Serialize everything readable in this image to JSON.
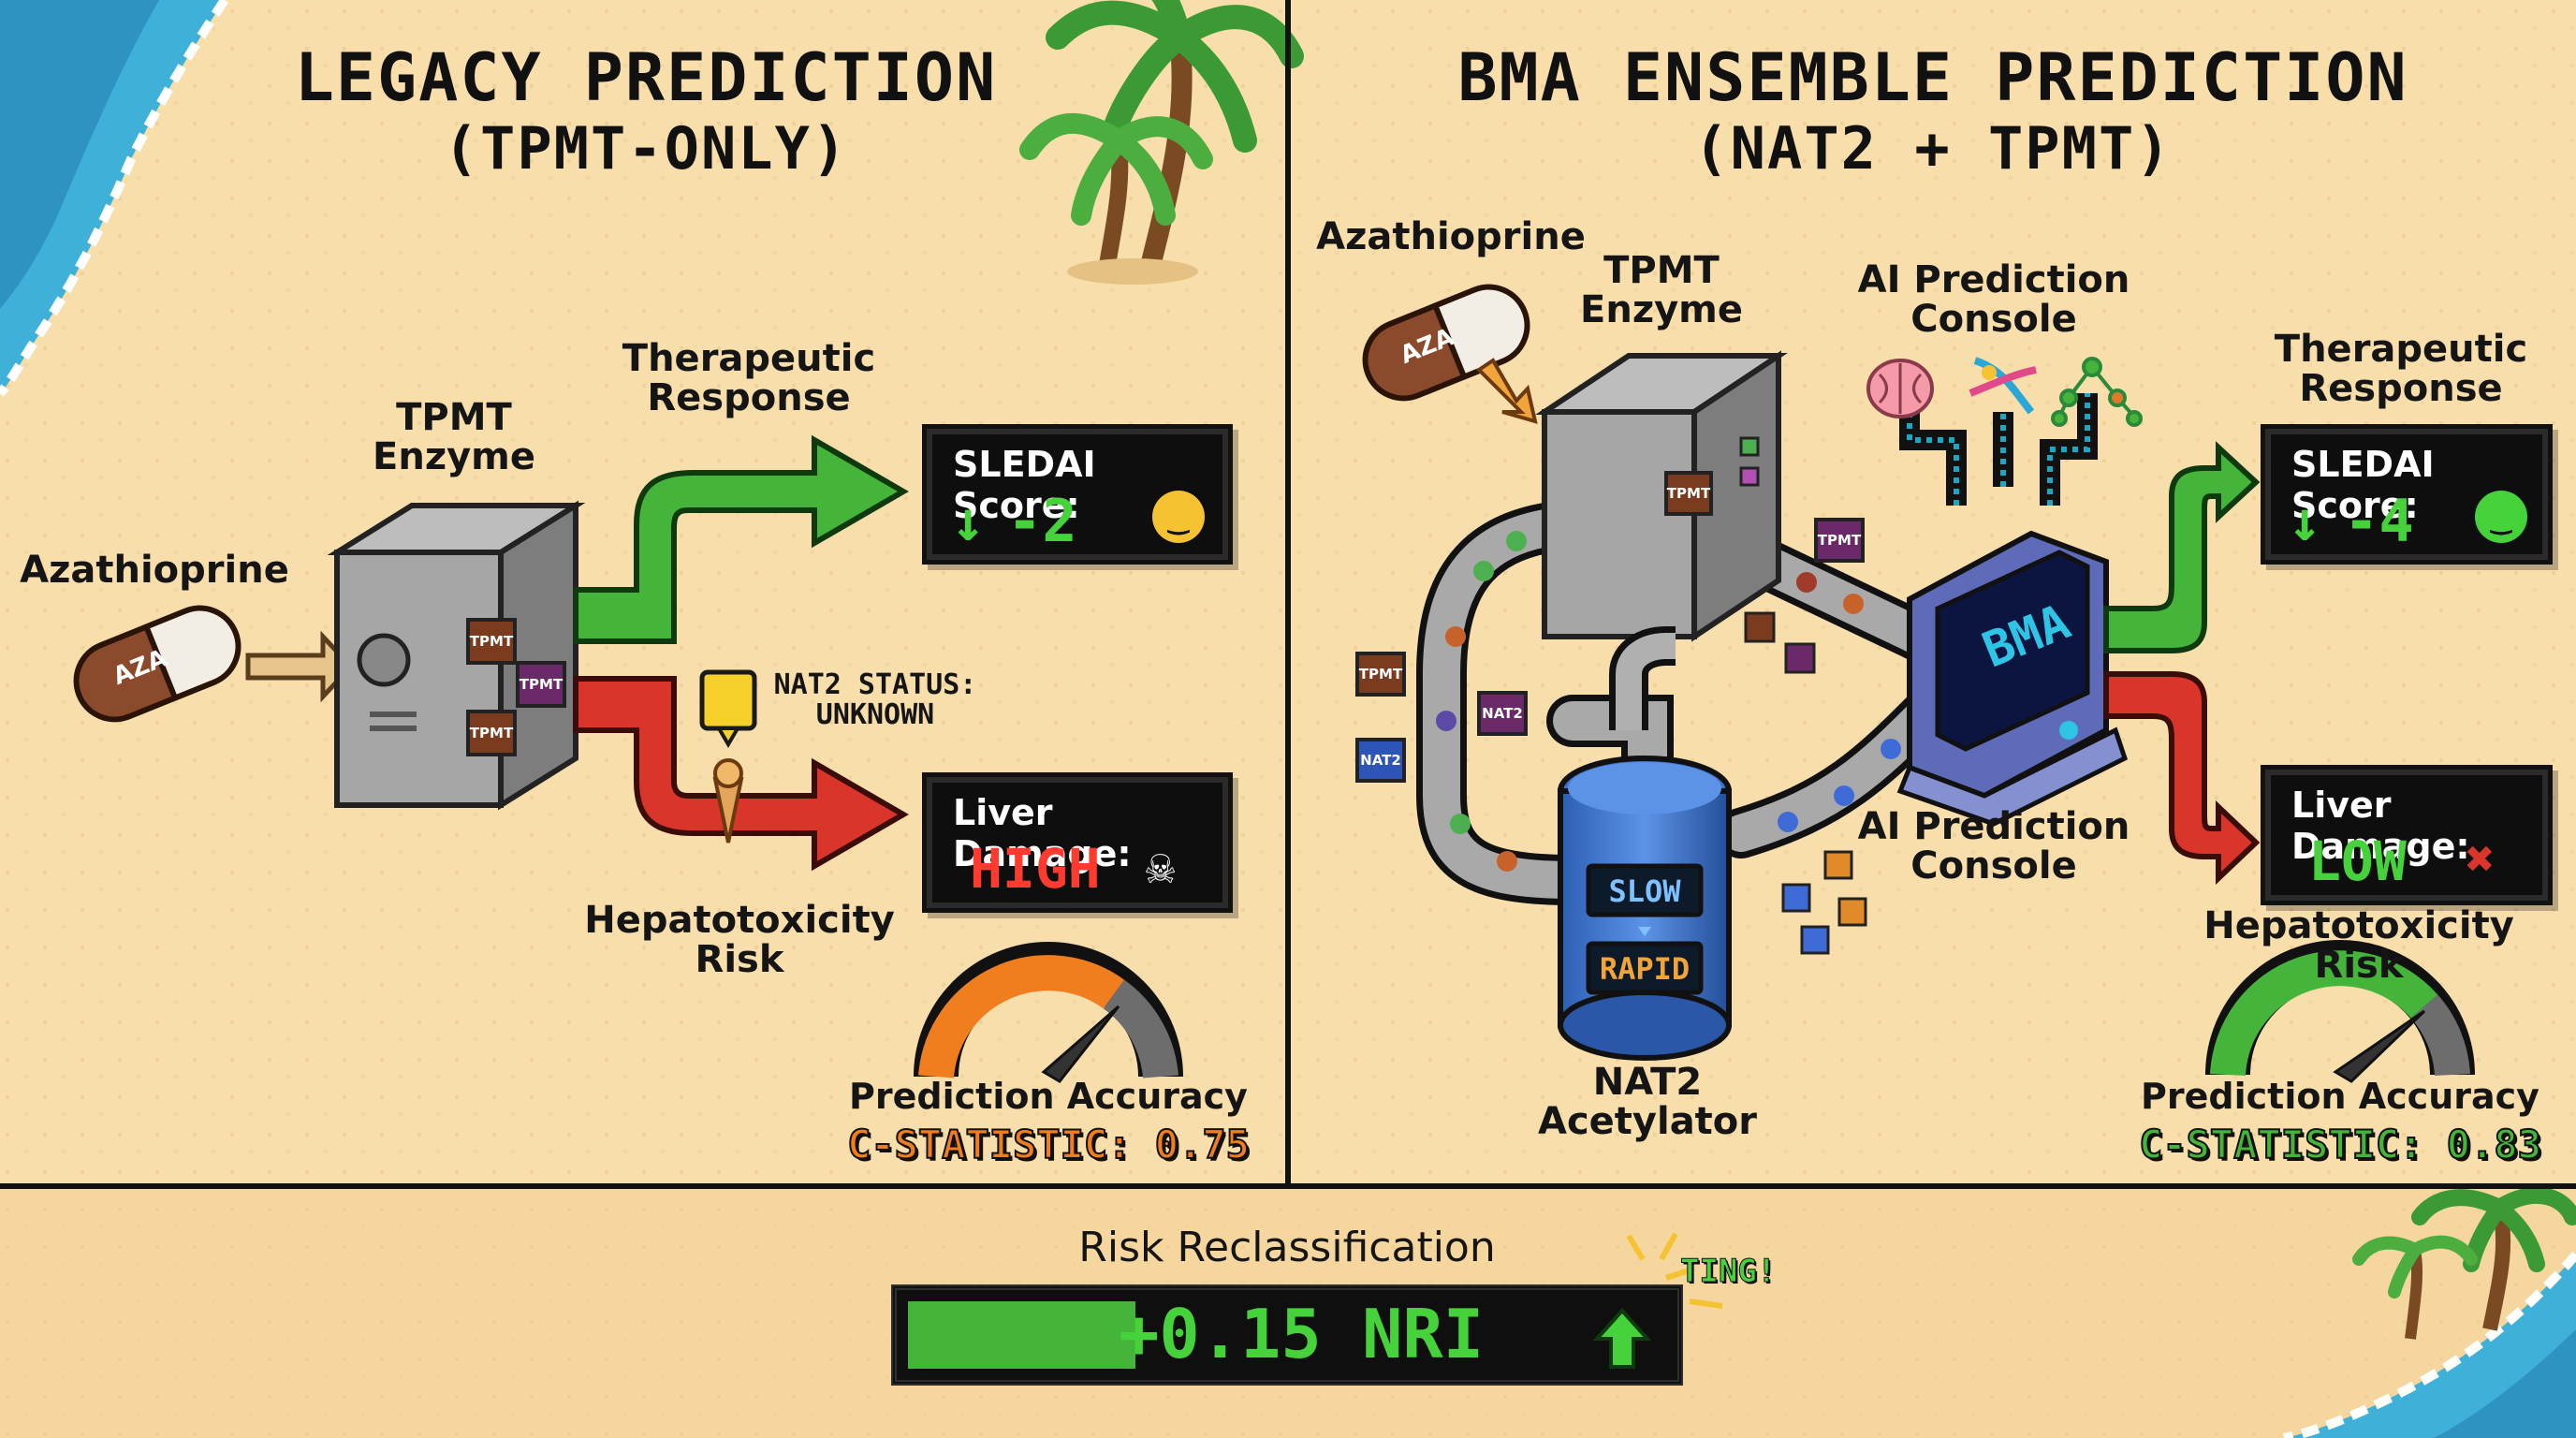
{
  "left_panel": {
    "title_line1": "LEGACY PREDICTION",
    "title_line2": "(TPMT-ONLY)",
    "drug_label": "Azathioprine",
    "pill_text": "AZA",
    "enzyme_label": "TPMT Enzyme",
    "tpmt_chip": "TPMT",
    "therapeutic_label": "Therapeutic Response",
    "sledai_title": "SLEDAI Score:",
    "sledai_value": "-2",
    "nat2_status_line1": "NAT2 STATUS:",
    "nat2_status_line2": "UNKNOWN",
    "liver_title": "Liver Damage:",
    "liver_value": "HIGH",
    "hepato_label": "Hepatotoxicity Risk",
    "accuracy_label": "Prediction Accuracy",
    "c_statistic_text": "C-STATISTIC: 0.75",
    "c_statistic": 0.75,
    "accent_color": "#f07d1e"
  },
  "right_panel": {
    "title_line1": "BMA ENSEMBLE PREDICTION",
    "title_line2": "(NAT2 + TPMT)",
    "drug_label": "Azathioprine",
    "pill_text": "AZA",
    "enzyme_label": "TPMT Enzyme",
    "tpmt_chip": "TPMT",
    "nat2_chip": "NAT2",
    "console_label_top": "AI Prediction Console",
    "console_label_bottom": "AI Prediction Console",
    "console_screen": "BMA",
    "therapeutic_label": "Therapeutic Response",
    "sledai_title": "SLEDAI Score:",
    "sledai_value": "-4",
    "liver_title": "Liver Damage:",
    "liver_value": "LOW",
    "hepato_label": "Hepatotoxicity Risk",
    "tank_slow": "SLOW",
    "tank_rapid": "RAPID",
    "acetylator_label": "NAT2 Acetylator",
    "accuracy_label": "Prediction Accuracy",
    "c_statistic_text": "C-STATISTIC: 0.83",
    "c_statistic": 0.83,
    "accent_color": "#45b43a"
  },
  "bottom": {
    "reclass_label": "Risk Reclassification",
    "nri_text": "+0.15 NRI",
    "ting": "TING!",
    "nri_fill_fraction": 0.3
  },
  "icons": [
    "pill-icon",
    "server-icon",
    "arrow-up-icon",
    "arrow-down-icon",
    "smiley-icon",
    "skull-icon",
    "question-icon",
    "gauge-icon",
    "brain-icon",
    "dna-icon",
    "network-icon",
    "palm-tree-icon",
    "computer-icon",
    "tank-icon"
  ],
  "colors": {
    "sand": "#f7deab",
    "green_arrow": "#45b43a",
    "red_arrow": "#d9352a",
    "screen_text_red": "#ff3b30",
    "screen_text_green": "#45d23a",
    "ocean": "#3fb0d8"
  }
}
